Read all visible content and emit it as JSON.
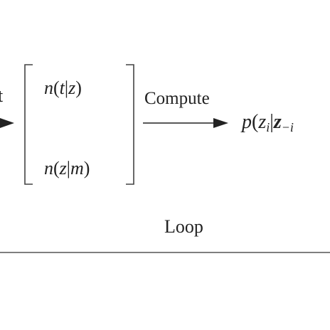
{
  "diagram": {
    "left_arrow_label": "t",
    "matrix": {
      "top_entry": {
        "var": "n",
        "open": "(",
        "arg1": "t",
        "bar": "|",
        "arg2": "z",
        "close": ")"
      },
      "bottom_entry": {
        "var": "n",
        "open": "(",
        "arg1": "z",
        "bar": "|",
        "arg2": "m",
        "close": ")"
      }
    },
    "compute_label": "Compute",
    "result": {
      "var": "p",
      "open": "(",
      "arg": "z",
      "arg_sub": "i",
      "bar": "|",
      "cond": "z",
      "cond_sub": "−i"
    },
    "loop_label": "Loop"
  }
}
